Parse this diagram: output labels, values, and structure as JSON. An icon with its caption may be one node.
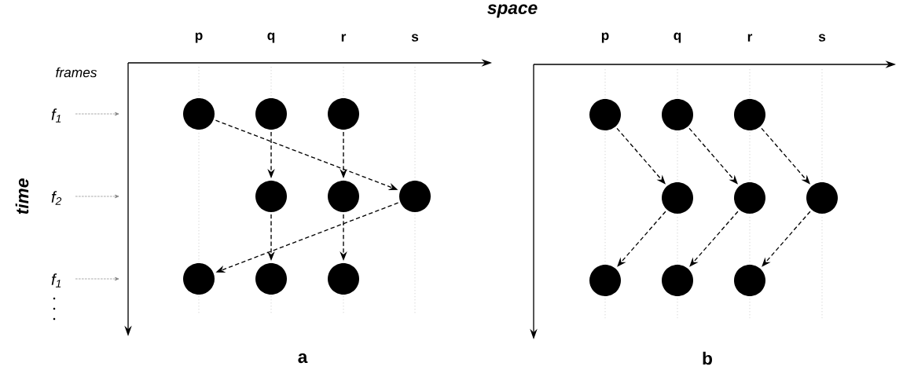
{
  "diagram": {
    "nodes": [
      {
        "text": [],
        "shape": "circle"
      },
      {
        "text": [],
        "shape": "circle"
      },
      {
        "text": [],
        "shape": "circle"
      },
      {
        "text": [],
        "shape": "circle"
      },
      {
        "text": [],
        "shape": "circle"
      },
      {
        "text": [],
        "shape": "circle"
      },
      {
        "text": [],
        "shape": "circle"
      },
      {
        "text": [],
        "shape": "circle"
      },
      {
        "text": [],
        "shape": "circle"
      },
      {
        "text": [],
        "shape": "circle"
      },
      {
        "text": [],
        "shape": "circle"
      },
      {
        "text": [],
        "shape": "circle"
      },
      {
        "text": [],
        "shape": "circle"
      },
      {
        "text": [],
        "shape": "circle"
      },
      {
        "text": [],
        "shape": "circle"
      },
      {
        "text": [],
        "shape": "circle"
      },
      {
        "text": [],
        "shape": "circle"
      },
      {
        "text": [],
        "shape": "circle"
      }
    ],
    "edges": [
      {
        "from": 0,
        "to": 5,
        "arrow": "to",
        "style": "dashed"
      },
      {
        "from": 1,
        "to": 3,
        "arrow": "to",
        "style": "dashed"
      },
      {
        "from": 2,
        "to": 4,
        "arrow": "to",
        "style": "dashed"
      },
      {
        "from": 3,
        "to": 7,
        "arrow": "to",
        "style": "dashed"
      },
      {
        "from": 4,
        "to": 8,
        "arrow": "to",
        "style": "dashed"
      },
      {
        "from": 5,
        "to": 6,
        "arrow": "to",
        "style": "dashed"
      },
      {
        "from": 9,
        "to": 12,
        "arrow": "to",
        "style": "dashed"
      },
      {
        "from": 10,
        "to": 13,
        "arrow": "to",
        "style": "dashed"
      },
      {
        "from": 11,
        "to": 14,
        "arrow": "to",
        "style": "dashed"
      },
      {
        "from": 12,
        "to": 15,
        "arrow": "to",
        "style": "dashed"
      },
      {
        "from": 13,
        "to": 16,
        "arrow": "to",
        "style": "dashed"
      },
      {
        "from": 14,
        "to": 17,
        "arrow": "to",
        "style": "dashed"
      }
    ],
    "labels": [
      "space",
      "p",
      "q",
      "r",
      "s",
      "p",
      "q",
      "r",
      "s",
      "frames",
      "f$_{1}$",
      "time",
      "f$_{2}$",
      "f$_{1}$",
      "a",
      "b"
    ]
  }
}
